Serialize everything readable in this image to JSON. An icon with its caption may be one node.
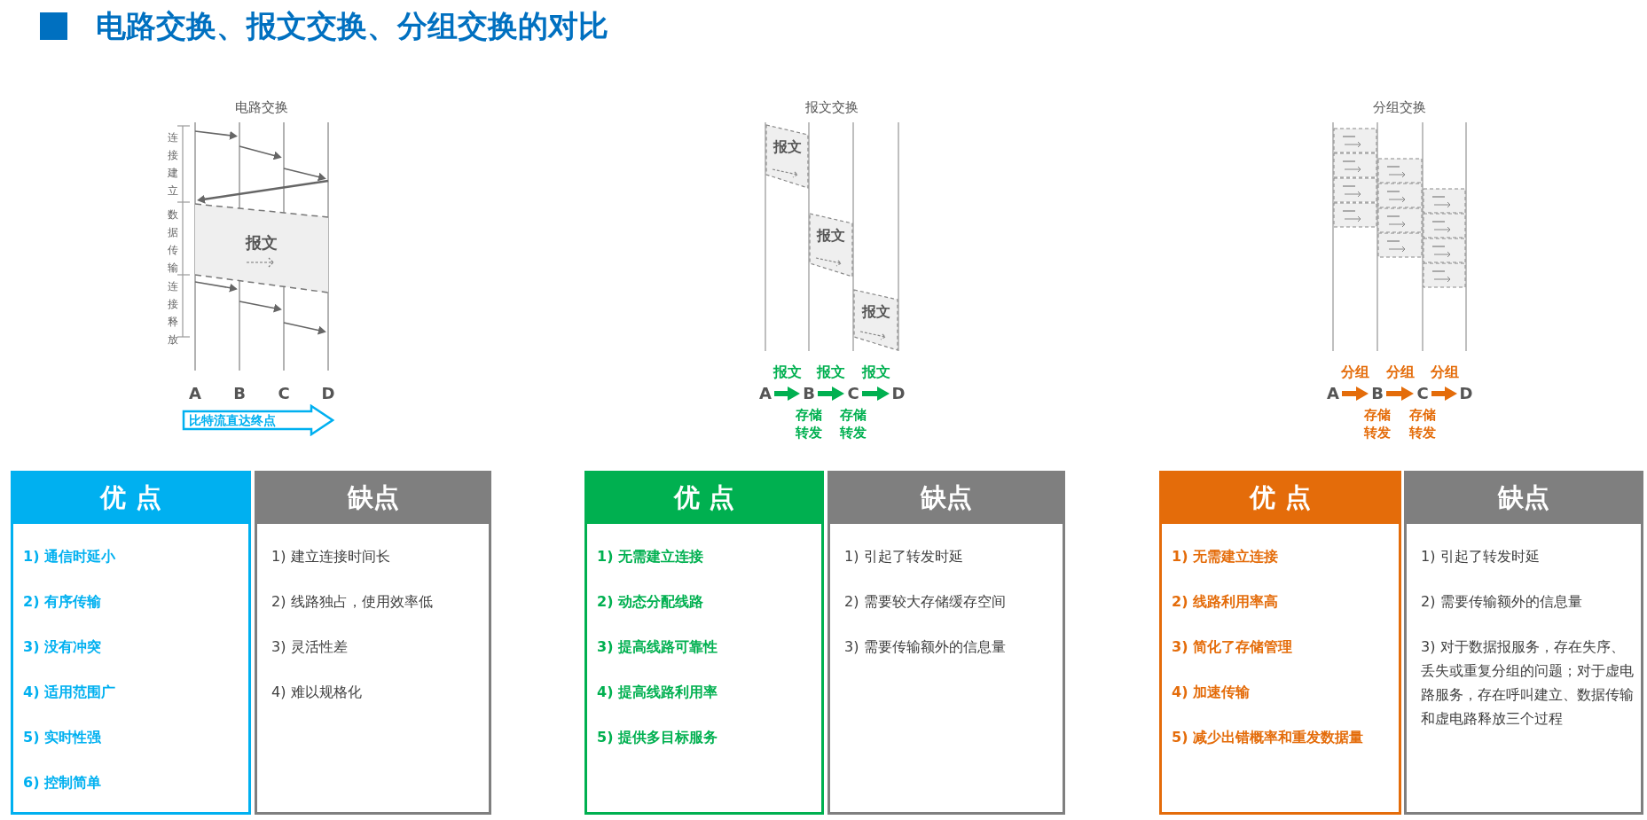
{
  "diagram": {
    "title": "电路交换、报文交换、分组交换的对比",
    "nodes": [
      {
        "text": [
          "报文"
        ]
      },
      {
        "text": [
          "比特流直达终点"
        ]
      },
      {
        "text": [
          "报文"
        ]
      },
      {
        "text": [
          "报文"
        ]
      },
      {
        "text": [
          "报文"
        ]
      },
      {
        "text": [
          "A"
        ]
      },
      {
        "text": [
          "B"
        ],
        "beside": [
          "存储转发"
        ]
      },
      {
        "text": [
          "C"
        ],
        "beside": [
          "存储转发"
        ]
      },
      {
        "text": [
          "D"
        ]
      },
      {
        "text": [
          "A"
        ]
      },
      {
        "text": [
          "B"
        ],
        "beside": [
          "存储转发"
        ]
      },
      {
        "text": [
          "C"
        ],
        "beside": [
          "存储转发"
        ]
      },
      {
        "text": [
          "D"
        ]
      },
      {
        "text": [
          "优 点",
          "1) 通信时延小",
          "2) 有序传输",
          "3) 没有冲突",
          "4) 适用范围广",
          "5) 实时性强",
          "6) 控制简单"
        ]
      },
      {
        "text": [
          "缺点",
          "1) 建立连接时间长",
          "2) 线路独占，使用效率低",
          "3) 灵活性差",
          "4) 难以规格化"
        ]
      },
      {
        "text": [
          "优 点",
          "1) 无需建立连接",
          "2) 动态分配线路",
          "3) 提高线路可靠性",
          "4) 提高线路利用率",
          "5) 提供多目标服务"
        ]
      },
      {
        "text": [
          "缺点",
          "1) 引起了转发时延",
          "2) 需要较大存储缓存空间",
          "3) 需要传输额外的信息量"
        ]
      },
      {
        "text": [
          "优 点",
          "1) 无需建立连接",
          "2) 线路利用率高",
          "3) 简化了存储管理",
          "4) 加速传输",
          "5)  减少出错概率和重发数据量"
        ]
      },
      {
        "text": [
          "缺点",
          "1) 引起了转发时延",
          "2) 需要传输额外的信息量",
          "3) 对于数据报服务，存在失序、丢失或重复分组的问题；对于虚电路服务，存在呼叫建立、数据传输和虚电路释放三个过程"
        ]
      }
    ],
    "edges": [
      {
        "from": 5,
        "to": 6,
        "arrow": "to",
        "label": "报文",
        "color": "#00b050"
      },
      {
        "from": 6,
        "to": 7,
        "arrow": "to",
        "label": "报文",
        "color": "#00b050"
      },
      {
        "from": 7,
        "to": 8,
        "arrow": "to",
        "label": "报文",
        "color": "#00b050"
      },
      {
        "from": 9,
        "to": 10,
        "arrow": "to",
        "label": "分组",
        "color": "#e46c0a"
      },
      {
        "from": 10,
        "to": 11,
        "arrow": "to",
        "label": "分组",
        "color": "#e46c0a"
      },
      {
        "from": 11,
        "to": 12,
        "arrow": "to",
        "label": "分组",
        "color": "#e46c0a"
      }
    ],
    "labels": [
      "电路交换",
      "连接建立",
      "数据传输",
      "连接释放",
      "A",
      "B",
      "C",
      "D",
      "报文交换",
      "分组交换"
    ]
  }
}
